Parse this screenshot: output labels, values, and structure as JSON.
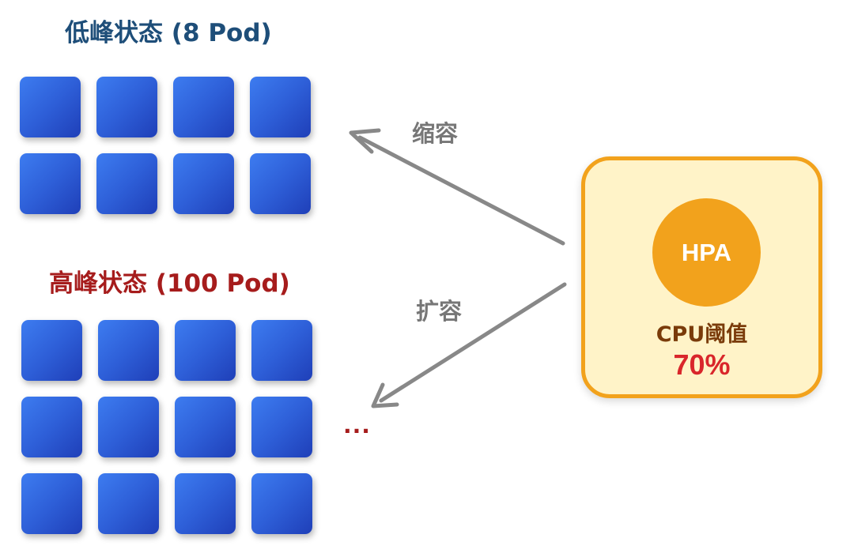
{
  "low_peak": {
    "title": "低峰状态 (8 Pod)",
    "rows": 2,
    "cols": 4
  },
  "high_peak": {
    "title": "高峰状态 (100 Pod)",
    "rows": 3,
    "cols": 4,
    "ellipsis": "..."
  },
  "arrows": {
    "scale_down_label": "缩容",
    "scale_up_label": "扩容"
  },
  "hpa": {
    "name": "HPA",
    "metric_label": "CPU阈值",
    "threshold": "70%"
  },
  "colors": {
    "pod": "#2e5fd8",
    "hpa_accent": "#f2a21c",
    "hpa_fill": "#fff3c8",
    "low_title": "#1e4e79",
    "high_title": "#a61c1c",
    "threshold": "#d9262b",
    "arrow": "#888888"
  },
  "icons": {
    "pod": "pod-square-icon"
  }
}
